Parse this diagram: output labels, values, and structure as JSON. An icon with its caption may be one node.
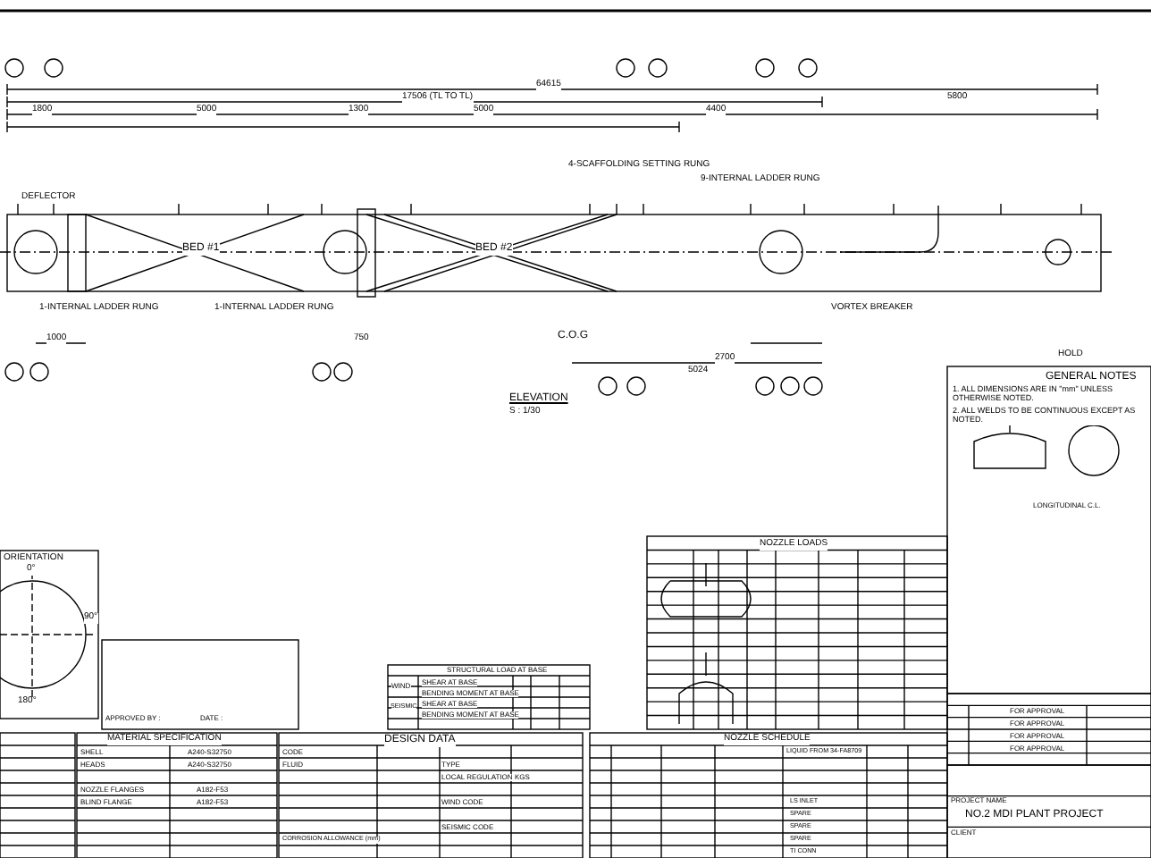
{
  "diagram": {
    "title": "ELEVATION",
    "labels": [
      "64615",
      "17506 (TL TO TL)",
      "1800",
      "5000",
      "1300",
      "5000",
      "4400",
      "5800",
      "DEFLECTOR",
      "BED #1",
      "BED #2",
      "1-INTERNAL LADDER RUNG",
      "1-INTERNAL LADDER RUNG",
      "4-SCAFFOLDING SETTING RUNG",
      "9-INTERNAL LADDER RUNG",
      "VORTEX BREAKER",
      "C.O.G",
      "2700",
      "5024",
      "1000",
      "750",
      "HOLD",
      "S : 1/30",
      "GENERAL NOTES",
      "1. ALL DIMENSIONS ARE IN \"mm\" UNLESS OTHERWISE NOTED.",
      "2. ALL WELDS TO BE CONTINUOUS EXCEPT AS NOTED.",
      "LONGITUDINAL C.L.",
      "NOZZLE LOADS",
      "NOZZLE SCHEDULE",
      "STRUCTURAL LOAD AT BASE",
      "WIND",
      "SEISMIC",
      "SHEAR AT BASE",
      "BENDING MOMENT AT BASE",
      "SHEAR AT BASE",
      "BENDING MOMENT AT BASE",
      "DESIGN DATA",
      "CODE",
      "FLUID",
      "TYPE",
      "LOCAL REGULATION",
      "KGS",
      "WIND CODE",
      "SEISMIC CODE",
      "CORROSION ALLOWANCE (mm)",
      "MATERIAL SPECIFICATION",
      "SHELL",
      "A240-S32750",
      "HEADS",
      "A240-S32750",
      "NOZZLE FLANGES",
      "A182-F53",
      "BLIND FLANGE",
      "A182-F53",
      "ORIENTATION",
      "0°",
      "90°",
      "180°",
      "APPROVED BY :",
      "DATE :",
      "LIQUID FROM 34-FA8709",
      "LS INLET",
      "SPARE",
      "SPARE",
      "SPARE",
      "TI CONN",
      "FOR APPROVAL",
      "FOR APPROVAL",
      "FOR APPROVAL",
      "FOR APPROVAL",
      "PROJECT NAME",
      "NO.2 MDI PLANT PROJECT",
      "CLIENT"
    ]
  }
}
